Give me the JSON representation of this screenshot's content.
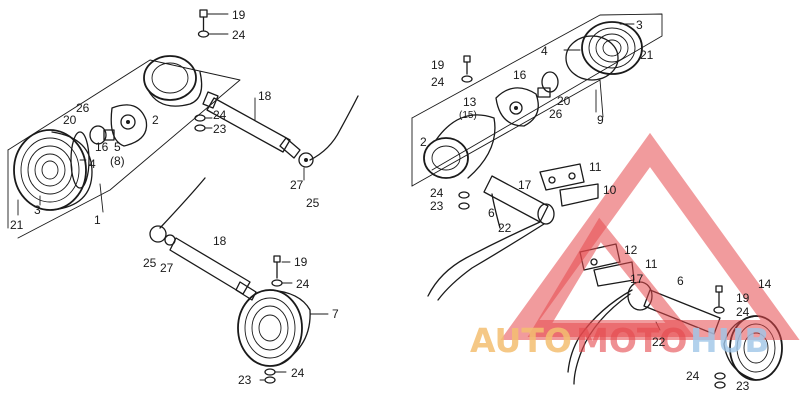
{
  "diagram": {
    "callouts": [
      {
        "id": "c1",
        "text": "19"
      },
      {
        "id": "c2",
        "text": "24"
      },
      {
        "id": "c3",
        "text": "18"
      },
      {
        "id": "c4",
        "text": "26"
      },
      {
        "id": "c5",
        "text": "20"
      },
      {
        "id": "c6",
        "text": "2"
      },
      {
        "id": "c7",
        "text": "24"
      },
      {
        "id": "c8",
        "text": "23"
      },
      {
        "id": "c9",
        "text": "16"
      },
      {
        "id": "c10",
        "text": "5"
      },
      {
        "id": "c11",
        "text": "(8)"
      },
      {
        "id": "c12",
        "text": "4"
      },
      {
        "id": "c13",
        "text": "3"
      },
      {
        "id": "c14",
        "text": "21"
      },
      {
        "id": "c15",
        "text": "1"
      },
      {
        "id": "c16",
        "text": "27"
      },
      {
        "id": "c17",
        "text": "25"
      },
      {
        "id": "c18",
        "text": "18"
      },
      {
        "id": "c19",
        "text": "25"
      },
      {
        "id": "c20",
        "text": "27"
      },
      {
        "id": "c21",
        "text": "19"
      },
      {
        "id": "c22",
        "text": "24"
      },
      {
        "id": "c23",
        "text": "7"
      },
      {
        "id": "c24",
        "text": "23"
      },
      {
        "id": "c25",
        "text": "24"
      },
      {
        "id": "c26",
        "text": "3"
      },
      {
        "id": "c27",
        "text": "4"
      },
      {
        "id": "c28",
        "text": "21"
      },
      {
        "id": "c29",
        "text": "19"
      },
      {
        "id": "c30",
        "text": "24"
      },
      {
        "id": "c31",
        "text": "16"
      },
      {
        "id": "c32",
        "text": "13"
      },
      {
        "id": "c33",
        "text": "(15)"
      },
      {
        "id": "c34",
        "text": "20"
      },
      {
        "id": "c35",
        "text": "26"
      },
      {
        "id": "c36",
        "text": "9"
      },
      {
        "id": "c37",
        "text": "2"
      },
      {
        "id": "c38",
        "text": "11"
      },
      {
        "id": "c39",
        "text": "17"
      },
      {
        "id": "c40",
        "text": "10"
      },
      {
        "id": "c41",
        "text": "24"
      },
      {
        "id": "c42",
        "text": "23"
      },
      {
        "id": "c43",
        "text": "6"
      },
      {
        "id": "c44",
        "text": "22"
      },
      {
        "id": "c45",
        "text": "12"
      },
      {
        "id": "c46",
        "text": "11"
      },
      {
        "id": "c47",
        "text": "17"
      },
      {
        "id": "c48",
        "text": "6"
      },
      {
        "id": "c49",
        "text": "19"
      },
      {
        "id": "c50",
        "text": "24"
      },
      {
        "id": "c51",
        "text": "14"
      },
      {
        "id": "c52",
        "text": "22"
      },
      {
        "id": "c53",
        "text": "24"
      },
      {
        "id": "c54",
        "text": "23"
      }
    ]
  },
  "watermark": {
    "part1": "AUTO",
    "part2": "MOTO",
    "part3": "HUB",
    "colors": {
      "auto": "#f4bf71",
      "moto": "#e5484d",
      "hub": "#9fc6e8"
    }
  }
}
